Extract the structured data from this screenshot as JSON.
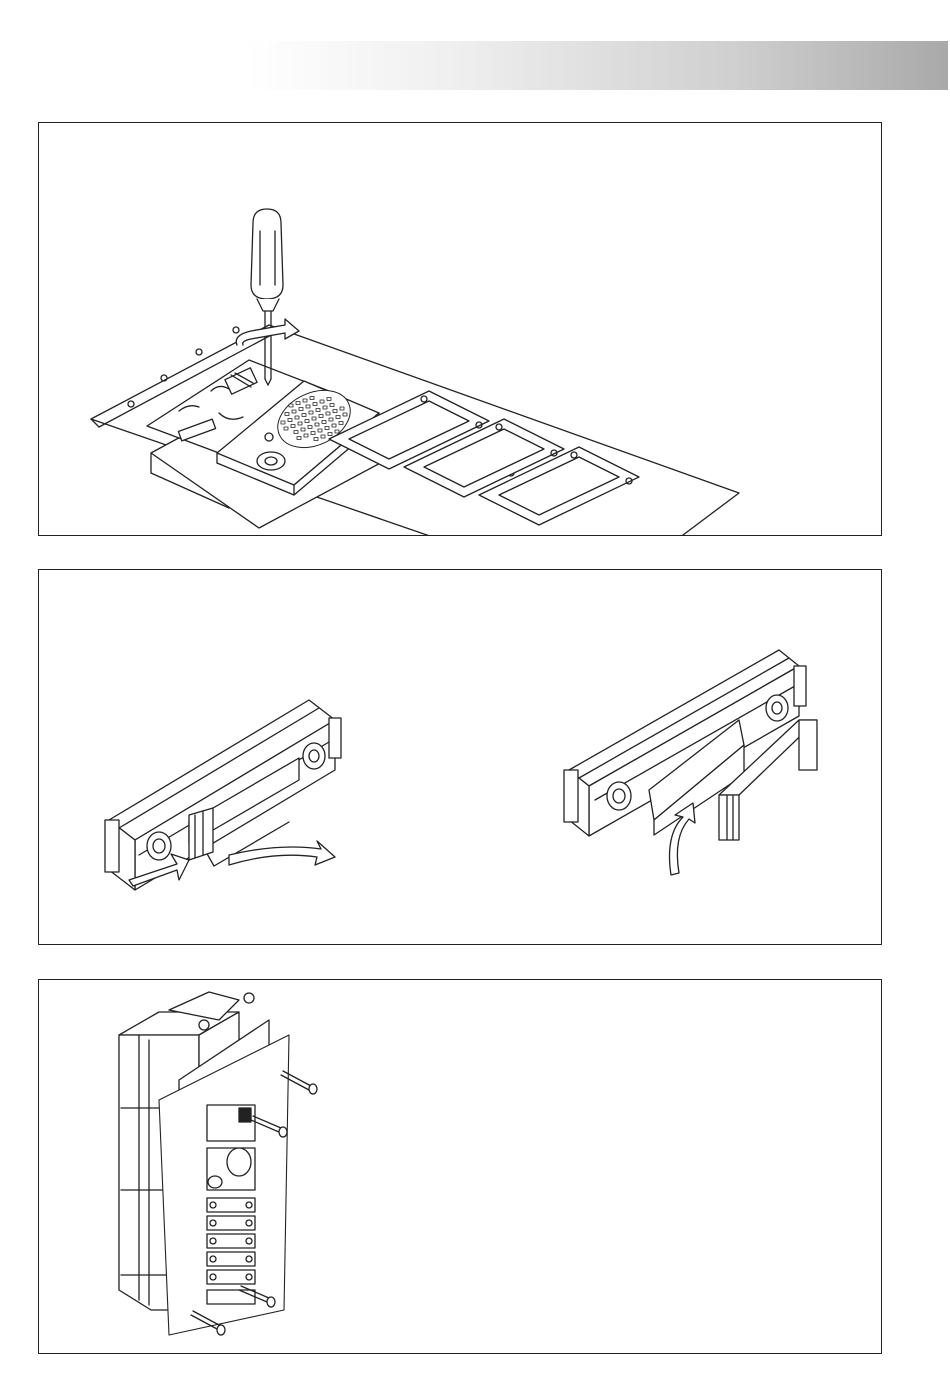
{
  "header": {
    "gradient_colors": [
      "#ffffff",
      "#efefef",
      "#cfcfcf",
      "#a9a9a9"
    ]
  },
  "panels": [
    {
      "illustration": "screwdriver-loosening-module-screw"
    },
    {
      "illustration": "nameplate-holder-opening-and-card-insertion"
    },
    {
      "illustration": "front-panel-screwed-to-flush-box"
    }
  ]
}
